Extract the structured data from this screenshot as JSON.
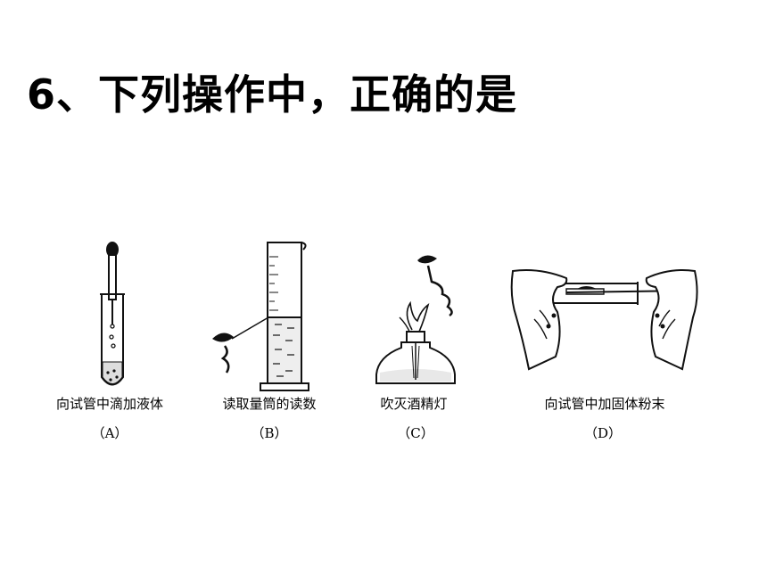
{
  "question": {
    "title": "6、下列操作中，正确的是"
  },
  "options": [
    {
      "caption": "向试管中滴加液体",
      "label": "（A）"
    },
    {
      "caption": "读取量筒的读数",
      "label": "（B）"
    },
    {
      "caption": "吹灭酒精灯",
      "label": "（C）"
    },
    {
      "caption": "向试管中加固体粉末",
      "label": "（D）"
    }
  ]
}
